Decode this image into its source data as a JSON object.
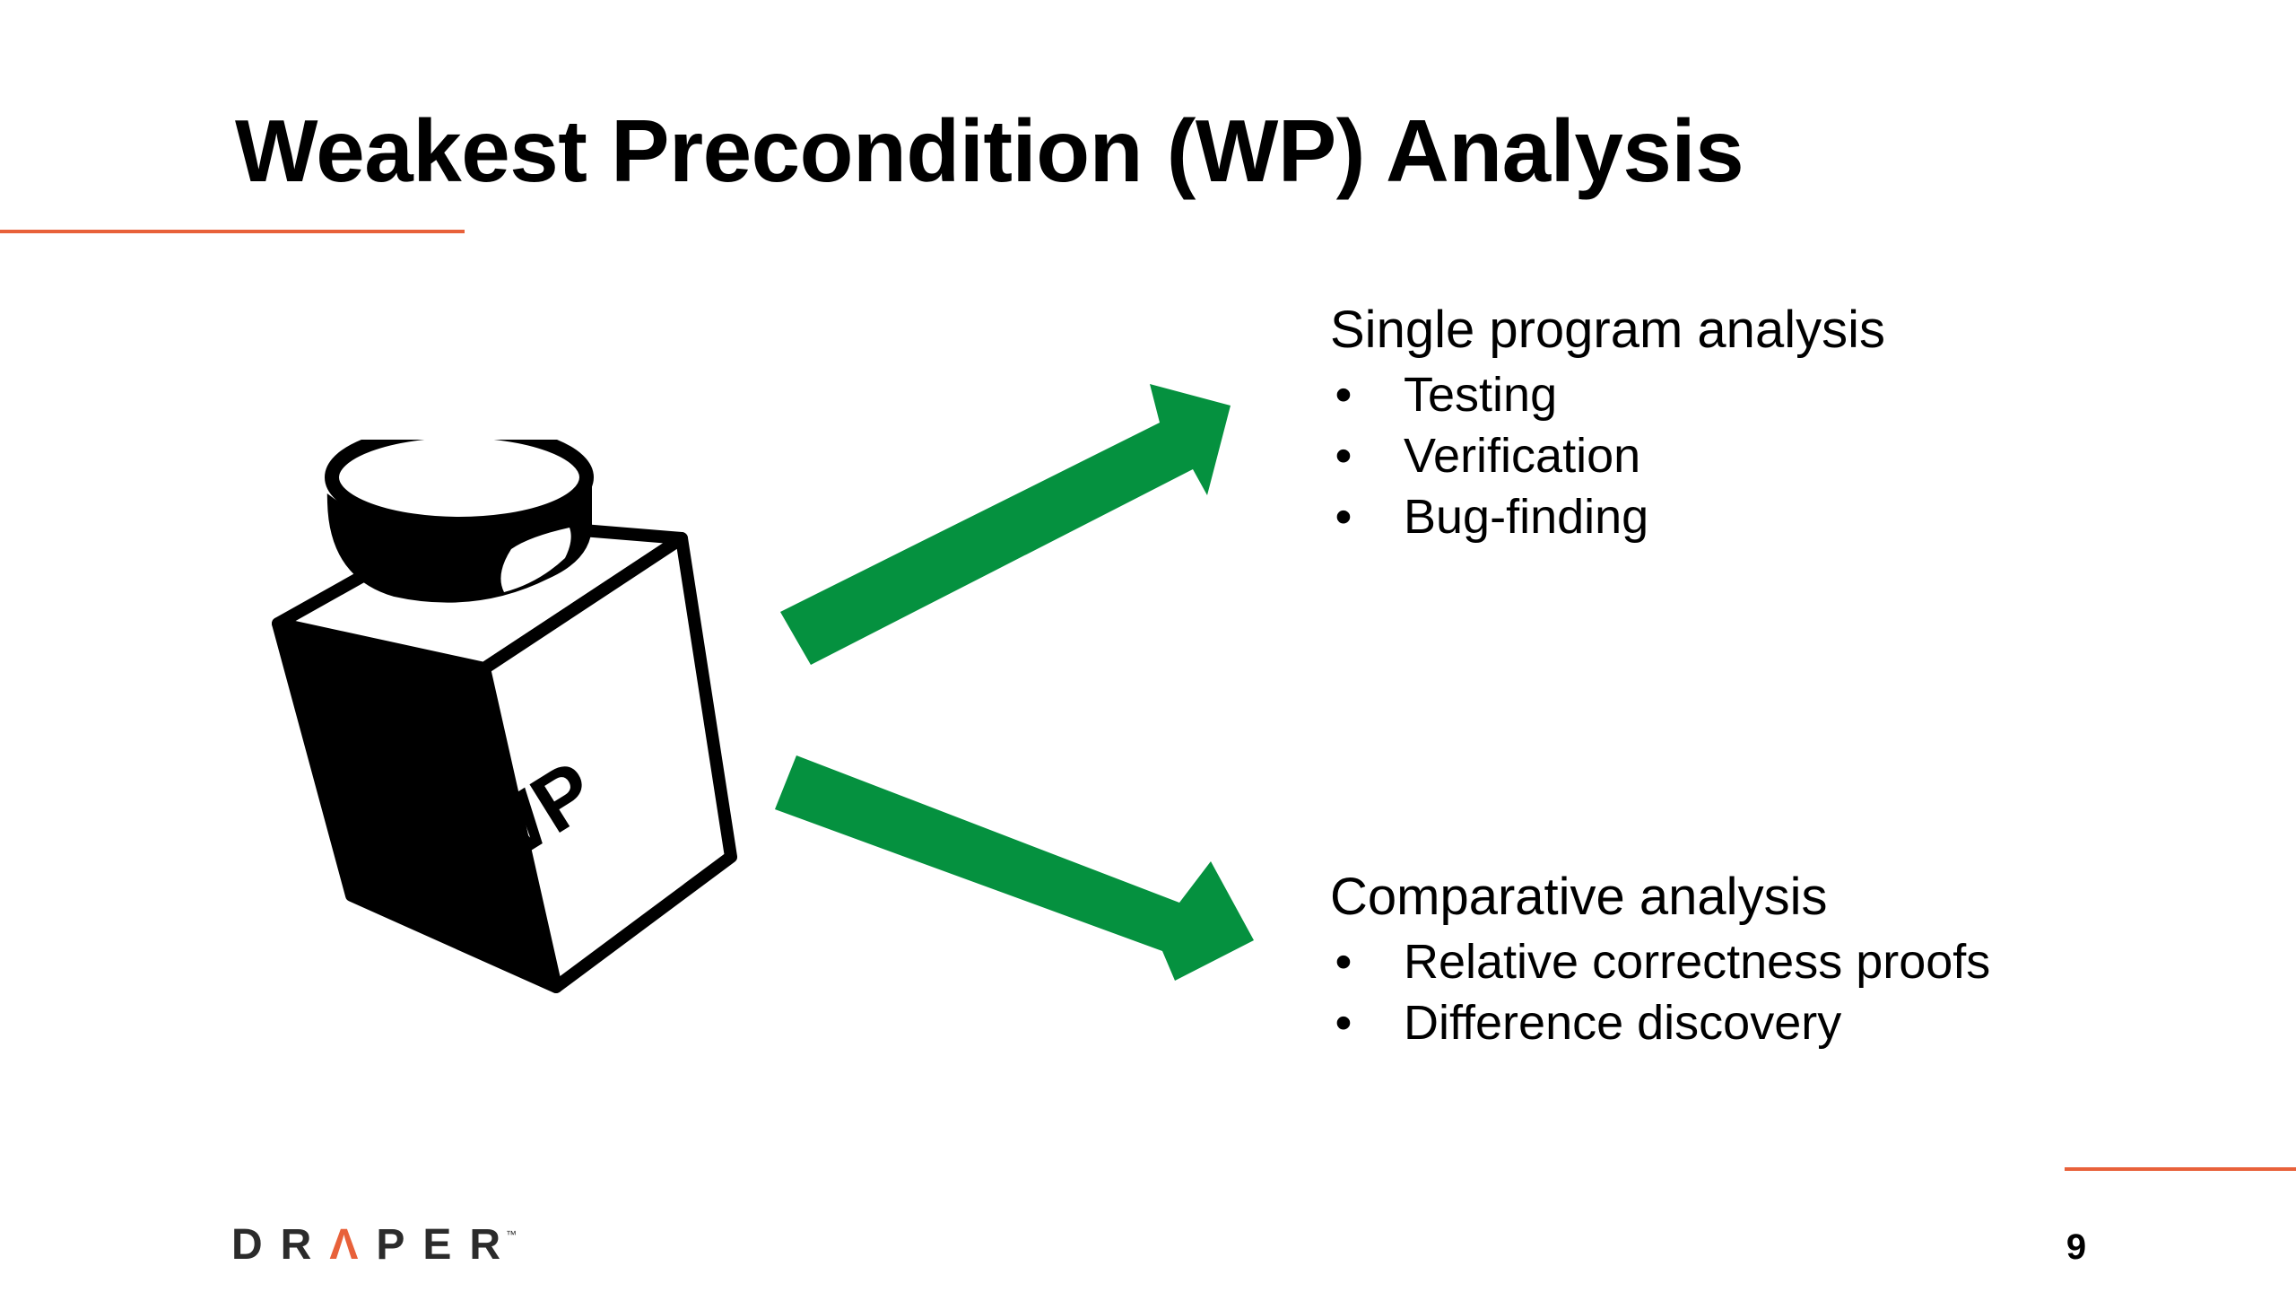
{
  "slide": {
    "title": "Weakest Precondition (WP) Analysis",
    "page_number": "9"
  },
  "graphic": {
    "block_label": "WP",
    "arrow_color": "#05913f"
  },
  "sections": {
    "single": {
      "heading": "Single program analysis",
      "bullets": [
        "Testing",
        "Verification",
        "Bug-finding"
      ]
    },
    "comparative": {
      "heading": "Comparative analysis",
      "bullets": [
        "Relative correctness proofs",
        "Difference discovery"
      ]
    }
  },
  "footer": {
    "logo_pre": "DR",
    "logo_a": "Λ",
    "logo_post": "PER",
    "logo_tm": "™"
  },
  "colors": {
    "accent": "#e8613a",
    "text": "#000000"
  },
  "bullet_symbol": "•"
}
